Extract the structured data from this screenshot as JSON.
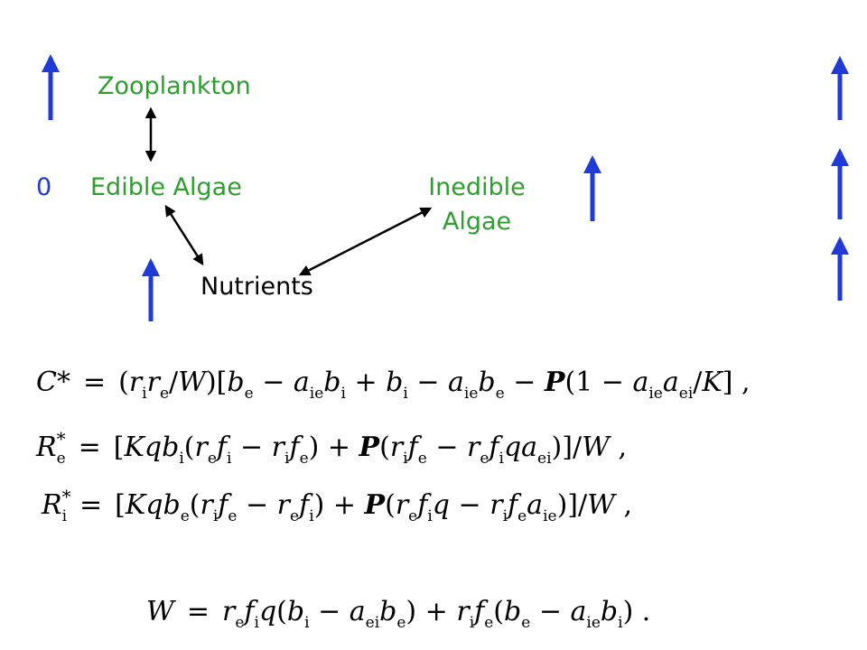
{
  "colors": {
    "species": "#2e9e2e",
    "arrows": "#1f3ad6",
    "zero": "#1f3ad6",
    "links": "#000000"
  },
  "nodes": {
    "zooplankton": "Zooplankton",
    "edible_algae": "Edible Algae",
    "inedible_algae_line1": "Inedible",
    "inedible_algae_line2": "Algae",
    "nutrients": "Nutrients",
    "zero_marker": "0"
  },
  "equations": {
    "c_star": "C* = (rᵢrₑ/W)[bₑ − aᵢₑbᵢ + bᵢ − aᵢₑbₑ − P(1 − aᵢₑaₑᵢ/K] ,",
    "re_star": "R*ₑ = [Kqbᵢ(rₑfᵢ − rᵢfₑ) + P(rᵢfₑ − rₑfᵢqaₑᵢ)]/W ,",
    "ri_star": "R*ᵢ = [Kqbₑ(rᵢfₑ − rₑfᵢ) + P(rₑfᵢq − rᵢfₑaᵢₑ)]/W ,",
    "w": "W = rₑfᵢq(bᵢ − aₑᵢbₑ) + rᵢfₑ(bₑ − aᵢₑbᵢ) ."
  }
}
